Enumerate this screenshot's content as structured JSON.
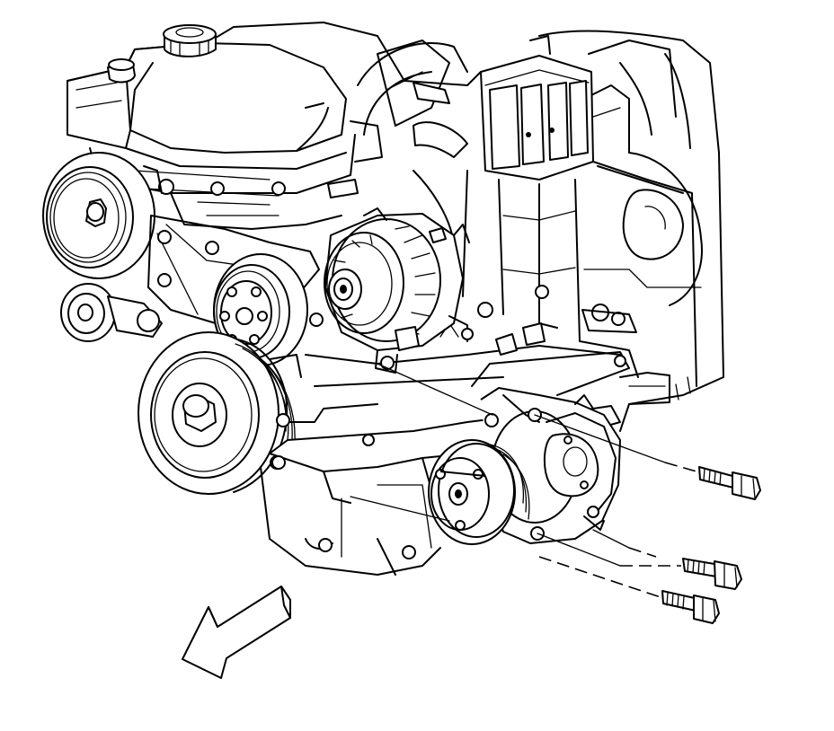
{
  "diagram": {
    "background": "#ffffff",
    "line_color": "#000000",
    "components": [
      {
        "name": "engine-block"
      },
      {
        "name": "cylinder-head"
      },
      {
        "name": "oil-filler-cap"
      },
      {
        "name": "ignition-coil-pack"
      },
      {
        "name": "intake-manifold-runners"
      },
      {
        "name": "power-steering-pulley"
      },
      {
        "name": "belt-tensioner"
      },
      {
        "name": "water-pump-pulley"
      },
      {
        "name": "generator"
      },
      {
        "name": "crankshaft-balancer"
      },
      {
        "name": "ac-compressor"
      },
      {
        "name": "compressor-mounting-bracket"
      }
    ],
    "fasteners": [
      {
        "name": "compressor-bolt-upper"
      },
      {
        "name": "compressor-bolt-middle"
      },
      {
        "name": "compressor-bolt-lower"
      }
    ],
    "view_indicator": {
      "name": "front-of-vehicle-arrow",
      "direction": "front-left"
    }
  }
}
